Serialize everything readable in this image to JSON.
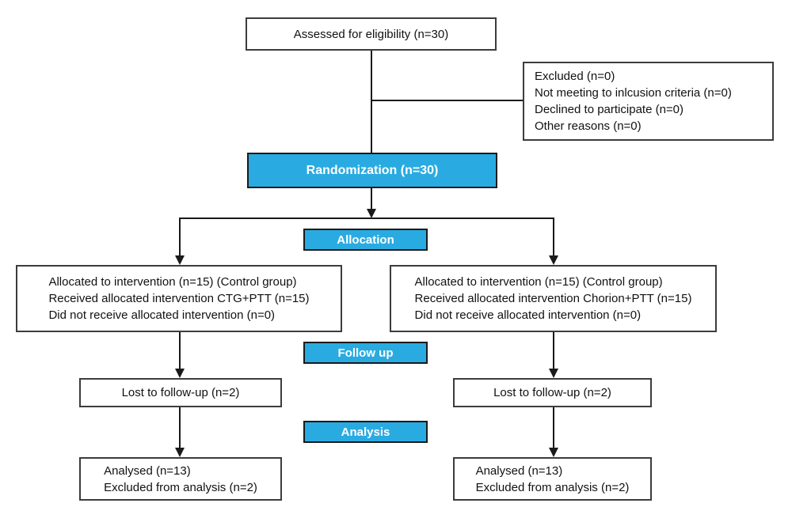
{
  "diagram": {
    "kind": "consort-flow-diagram",
    "colors": {
      "accent": "#29ABE2",
      "line": "#1A1A1A",
      "border": "#3C3C3C",
      "label_text": "#FFFFFF",
      "text": "#111111"
    },
    "boxes": {
      "assessed": {
        "lines": [
          "Assessed for eligibility (n=30)"
        ]
      },
      "excluded": {
        "lines": [
          "Excluded (n=0)",
          "Not meeting to inlcusion criteria (n=0)",
          "Declined to participate (n=0)",
          "Other reasons (n=0)"
        ]
      },
      "randomization": {
        "label": "Randomization (n=30)"
      },
      "allocation_stage": {
        "label": "Allocation"
      },
      "alloc_left": {
        "lines": [
          "Allocated to intervention (n=15) (Control group)",
          "Received allocated intervention CTG+PTT (n=15)",
          "Did not receive allocated intervention (n=0)"
        ]
      },
      "alloc_right": {
        "lines": [
          "Allocated to intervention (n=15) (Control group)",
          "Received allocated intervention Chorion+PTT (n=15)",
          "Did not receive allocated intervention (n=0)"
        ]
      },
      "followup_stage": {
        "label": "Follow up"
      },
      "lost_left": {
        "lines": [
          "Lost to follow-up (n=2)"
        ]
      },
      "lost_right": {
        "lines": [
          "Lost to follow-up (n=2)"
        ]
      },
      "analysis_stage": {
        "label": "Analysis"
      },
      "analysed_left": {
        "lines": [
          "Analysed (n=13)",
          "Excluded from analysis (n=2)"
        ]
      },
      "analysed_right": {
        "lines": [
          "Analysed (n=13)",
          "Excluded from analysis (n=2)"
        ]
      }
    }
  }
}
